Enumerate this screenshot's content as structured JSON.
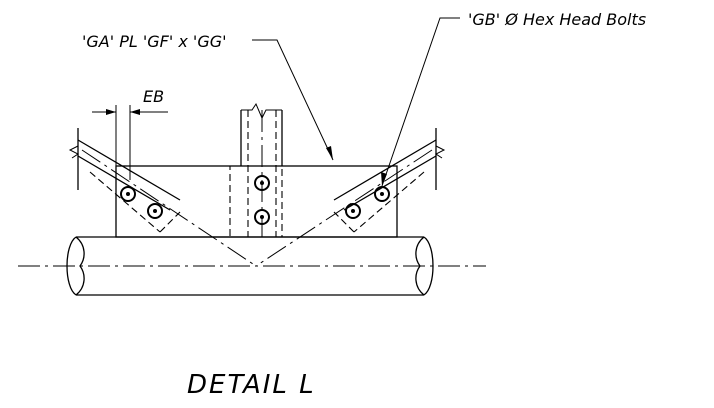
{
  "labels": {
    "plate_spec": "'GA' PL 'GF' x 'GG'",
    "bolt_spec": "'GB' Ø Hex Head Bolts",
    "edge_dim": "EB",
    "detail_title": "DETAIL L"
  }
}
